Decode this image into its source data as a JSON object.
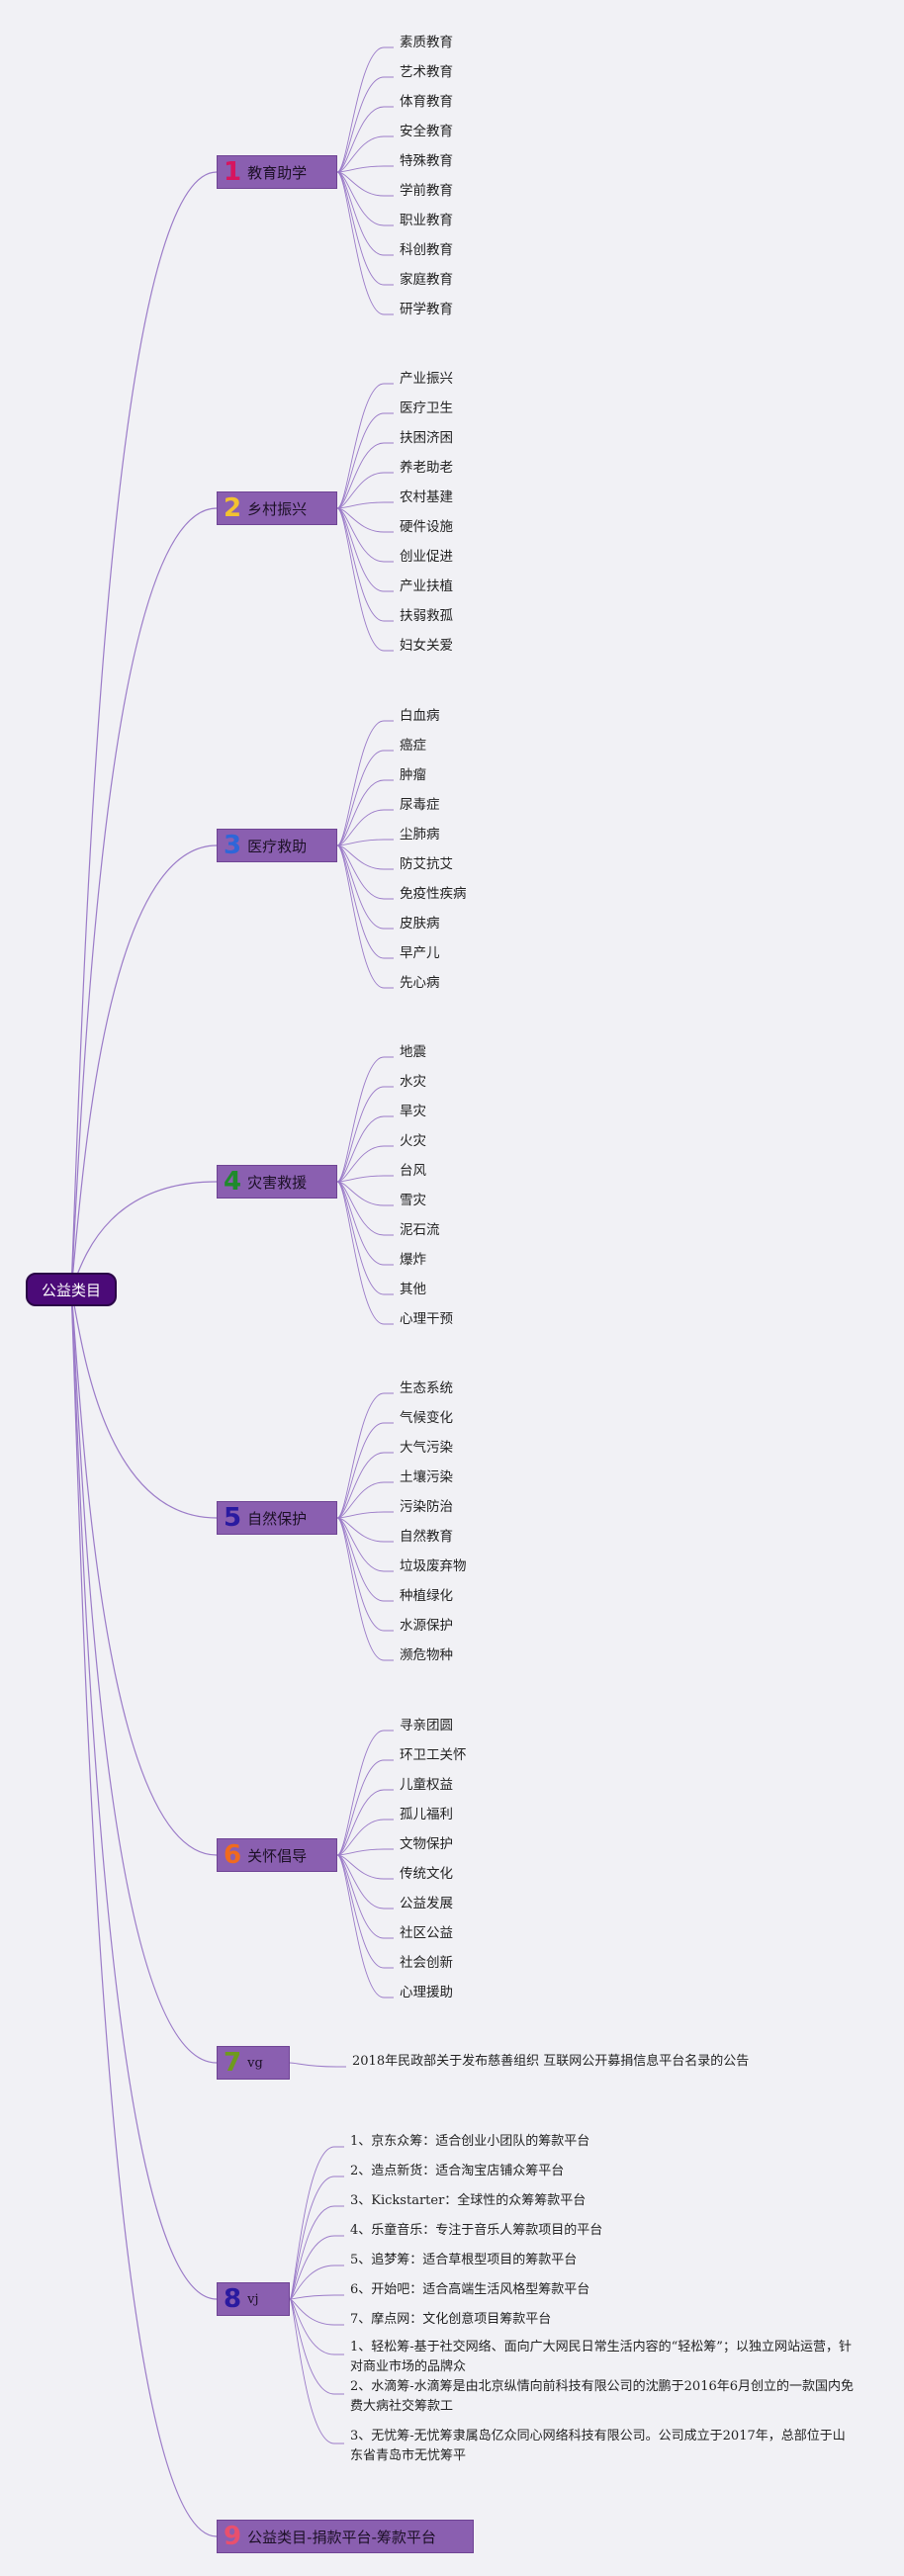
{
  "root": "公益类目",
  "branches": [
    {
      "num": "1",
      "label": "教育助学",
      "num_color": "#d6155f",
      "children": [
        "素质教育",
        "艺术教育",
        "体育教育",
        "安全教育",
        "特殊教育",
        "学前教育",
        "职业教育",
        "科创教育",
        "家庭教育",
        "研学教育"
      ]
    },
    {
      "num": "2",
      "label": "乡村振兴",
      "num_color": "#f2c230",
      "children": [
        "产业振兴",
        "医疗卫生",
        "扶困济困",
        "养老助老",
        "农村基建",
        "硬件设施",
        "创业促进",
        "产业扶植",
        "扶弱救孤",
        "妇女关爱"
      ]
    },
    {
      "num": "3",
      "label": "医疗救助",
      "num_color": "#2f66d8",
      "children": [
        "白血病",
        "癌症",
        "肿瘤",
        "尿毒症",
        "尘肺病",
        "防艾抗艾",
        "免疫性疾病",
        "皮肤病",
        "早产儿",
        "先心病"
      ]
    },
    {
      "num": "4",
      "label": "灾害救援",
      "num_color": "#1f8a2c",
      "children": [
        "地震",
        "水灾",
        "旱灾",
        "火灾",
        "台风",
        "雪灾",
        "泥石流",
        "爆炸",
        "其他",
        "心理干预"
      ]
    },
    {
      "num": "5",
      "label": "自然保护",
      "num_color": "#2a1aa0",
      "children": [
        "生态系统",
        "气候变化",
        "大气污染",
        "土壤污染",
        "污染防治",
        "自然教育",
        "垃圾废弃物",
        "种植绿化",
        "水源保护",
        "濒危物种"
      ]
    },
    {
      "num": "6",
      "label": "关怀倡导",
      "num_color": "#f06a1e",
      "children": [
        "寻亲团圆",
        "环卫工关怀",
        "儿童权益",
        "孤儿福利",
        "文物保护",
        "传统文化",
        "公益发展",
        "社区公益",
        "社会创新",
        "心理援助"
      ]
    },
    {
      "num": "7",
      "label": "vg",
      "num_color": "#6e9a1e",
      "children": [
        "2018年民政部关于发布慈善组织 互联网公开募捐信息平台名录的公告"
      ]
    },
    {
      "num": "8",
      "label": "vj",
      "num_color": "#2a1aa0",
      "children": [
        "1、京东众筹：适合创业小团队的筹款平台",
        "2、造点新货：适合淘宝店铺众筹平台",
        "3、Kickstarter：全球性的众筹筹款平台",
        "4、乐童音乐：专注于音乐人筹款项目的平台",
        "5、追梦筹：适合草根型项目的筹款平台",
        "6、开始吧：适合高端生活风格型筹款平台",
        "7、摩点网：文化创意项目筹款平台",
        "1、轻松筹-基于社交网络、面向广大网民日常生活内容的“轻松筹”；以独立网站运营，针对商业市场的品牌众",
        "2、水滴筹-水滴筹是由北京纵情向前科技有限公司的沈鹏于2016年6月创立的一款国内免费大病社交筹款工",
        "3、无忧筹-无忧筹隶属岛亿众同心网络科技有限公司。公司成立于2017年，总部位于山东省青岛市无忧筹平"
      ]
    },
    {
      "num": "9",
      "label": "公益类目-捐款平台-筹款平台",
      "num_color": "#e8506e",
      "children": []
    }
  ],
  "colors": {
    "line": "#9b7bc8",
    "branch_fill": "#8a5fb0",
    "root_fill": "#4b0a78",
    "background": "#f1f1f5"
  }
}
